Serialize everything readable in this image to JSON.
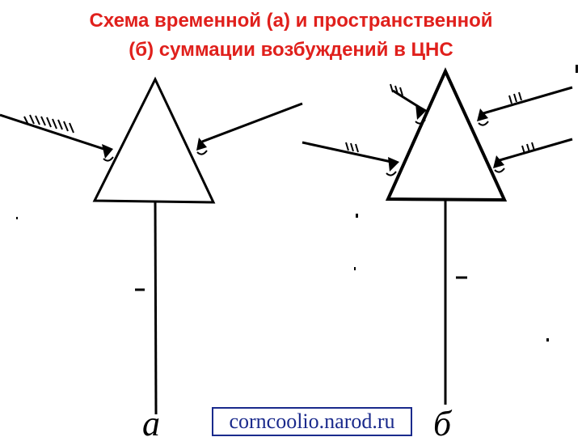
{
  "title": {
    "line1": "Схема временной (а) и пространственной",
    "line2": "(б) суммации возбуждений в ЦНС"
  },
  "diagram": {
    "left_label": "a",
    "right_label": "б",
    "line_color": "#000000"
  },
  "watermark": {
    "text": "corncoolio.narod.ru",
    "color": "#1a2a8c"
  },
  "colors": {
    "title": "#e0201c",
    "background": "#ffffff"
  }
}
